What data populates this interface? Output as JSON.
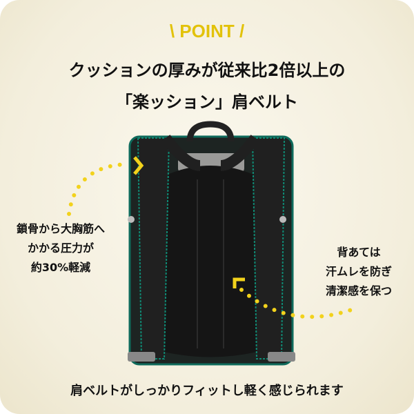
{
  "header": {
    "point_label": "\\ POINT /",
    "title_line1": "クッションの厚みが従来比2倍以上の",
    "title_line2": "「楽ッション」肩ベルト"
  },
  "callouts": {
    "left": [
      "鎖骨から大胸筋へ",
      "かかる圧力が",
      "約30%軽減"
    ],
    "right": [
      "背あては",
      "汗ムレを防ぎ",
      "清潔感を保つ"
    ]
  },
  "footer": {
    "caption": "肩ベルトがしっかりフィットし軽く感じられます"
  },
  "colors": {
    "accent": "#e2c20a",
    "stitch": "#0f8a74",
    "leather": "#1a1a1a"
  }
}
